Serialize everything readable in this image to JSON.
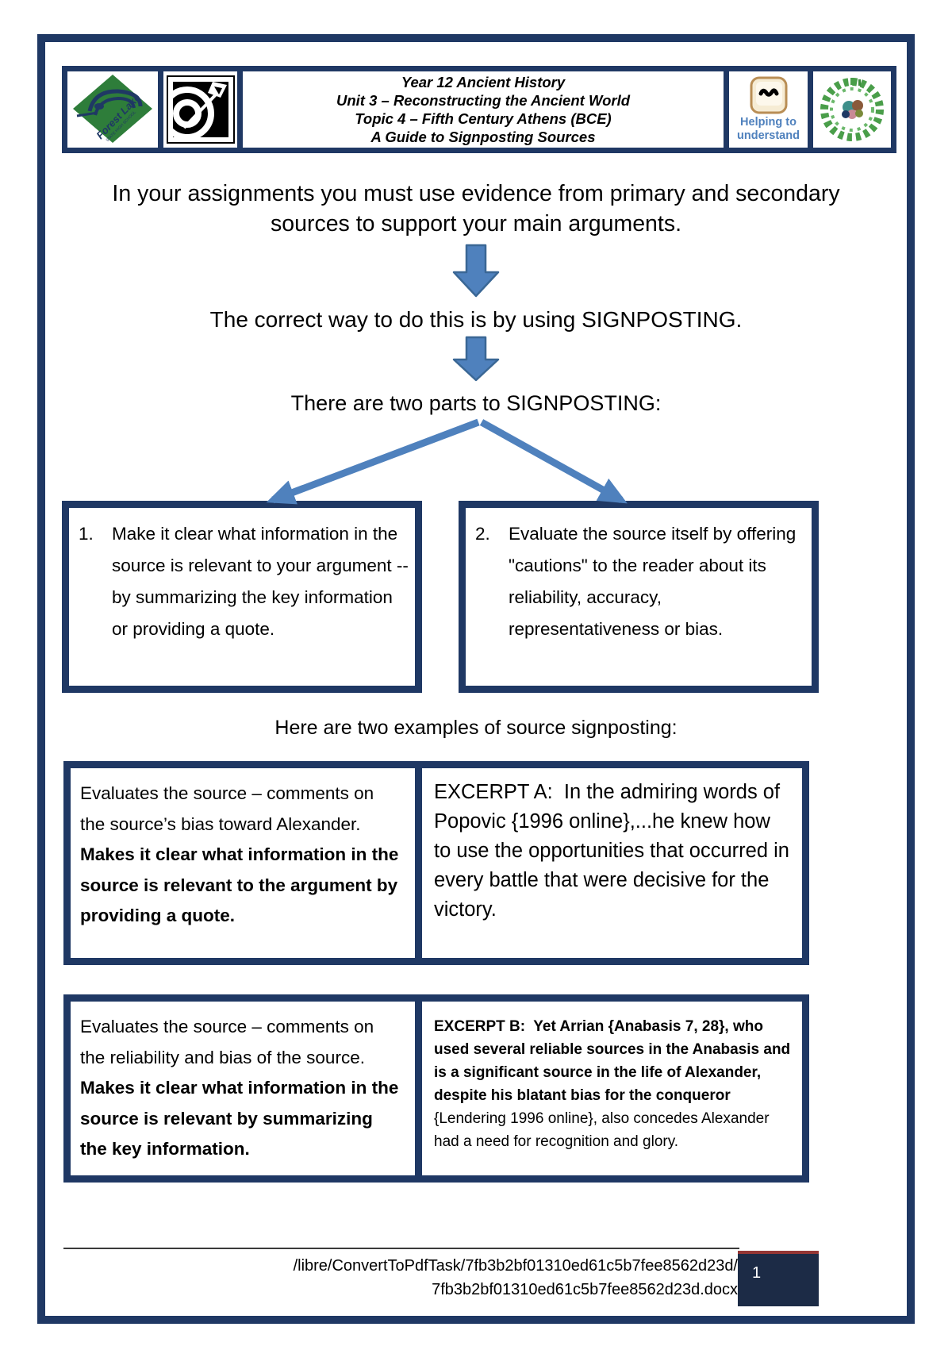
{
  "colors": {
    "page_border": "#1f3864",
    "arrow_fill": "#4f81bd",
    "arrow_stroke": "#3a6795",
    "helping_text_blue": "#4f81bd",
    "footer_box_bg": "#1c2b46",
    "footer_box_red_line": "#943634",
    "school_logo_green": "#2e7d3a"
  },
  "icons": {
    "forest_lake": "forest-lake-school-logo",
    "target": "target-arrow-logo",
    "help_key": "help-key-icon",
    "social": "social-sciences-circle-logo"
  },
  "header": {
    "school_name": "Forest Lake",
    "school_sub": "STATE HIGH SCHOOL",
    "helping_line1": "Helping to",
    "helping_line2": "understand",
    "title_lines": [
      "Year 12 Ancient History",
      "Unit 3 – Reconstructing the Ancient World",
      "Topic 4 – Fifth Century Athens (BCE)",
      "A Guide to Signposting Sources"
    ]
  },
  "intro": "In your assignments you must use evidence from primary and secondary sources to support your main arguments.",
  "step1": "The correct way to do this is by using SIGNPOSTING.",
  "step2": "There are two parts to SIGNPOSTING:",
  "parts": [
    {
      "number": "1.",
      "text": "Make it clear what information in the source is relevant to your argument -- by summarizing the key information or providing a quote."
    },
    {
      "number": "2.",
      "text": "Evaluate the source itself by offering \"cautions\" to the reader about its reliability, accuracy, representativeness or bias."
    }
  ],
  "examples_heading": "Here are two examples of source signposting:",
  "examples": [
    {
      "note_regular": "Evaluates the source – comments on the source’s bias toward Alexander.",
      "note_bold": "Makes it clear what information in the source is relevant to the argument by providing a quote.",
      "excerpt": "EXCERPT A:  In the admiring words of Popovic {1996 online},...he knew how to use the opportunities that occurred in every battle that were decisive for the victory."
    },
    {
      "note_regular": "Evaluates the source – comments on the reliability and bias of the source.",
      "note_bold": "Makes it clear what information in the source is relevant by summarizing the key information.",
      "excerpt_bold": "EXCERPT B:  Yet Arrian {Anabasis 7, 28}, who used several reliable sources in the Anabasis and is a significant source in the life of Alexander, despite his blatant bias for the conqueror ",
      "excerpt_regular": "{Lendering 1996 online}, also concedes Alexander had a need for recognition and glory."
    }
  ],
  "footer": {
    "path_line1": "/libre/ConvertToPdfTask/7fb3b2bf01310ed61c5b7fee8562d23d/",
    "path_line2": "7fb3b2bf01310ed61c5b7fee8562d23d.docx",
    "page_number": "1"
  }
}
